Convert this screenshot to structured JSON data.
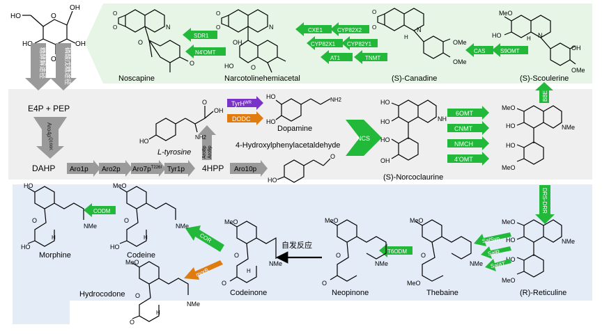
{
  "colors": {
    "band_top": "#e6f5e6",
    "band_mid": "#efefef",
    "band_bottom": "#e3ecf7",
    "green_arrow": "#22b83a",
    "gray_arrow": "#9a9a9a",
    "purple_arrow": "#7a33c8",
    "orange_arrow": "#e07b10",
    "black": "#000000"
  },
  "labels": {
    "glucose_path_left": "糖酵解途径",
    "glucose_path_right": "磷酸戊糖途径",
    "e4p_pep": "E4P + PEP",
    "aro4p": "Aro4p",
    "aro4p_sup": "Q166K",
    "dahp": "DAHP",
    "tyrosine": "L-tyrosine",
    "fourhpp": "4HPP",
    "aro8p": "Aro8p",
    "aro9p": "Aro9p",
    "dopamine": "Dopamine",
    "hpaa": "4-Hydroxylphenylacetaldehyde",
    "norcoclaurine": "(S)-Norcoclaurine",
    "reticuline": "(R)-Reticuline",
    "scoulerine": "(S)-Scoulerine",
    "canadine": "(S)-Canadine",
    "narcotoline": "Narcotolinehemiacetal",
    "noscapine": "Noscapine",
    "thebaine": "Thebaine",
    "neopinone": "Neopinone",
    "codeinone": "Codeinone",
    "codeine": "Codeine",
    "morphine": "Morphine",
    "hydrocodone": "Hydrocodone",
    "spontaneous": "自发反应",
    "nh2": "NH2",
    "oh": "OH",
    "ho": "HO",
    "o": "O",
    "h": "H",
    "nme": "NMe",
    "n": "N",
    "nh": "NH",
    "ome": "OMe",
    "meo": "MeO",
    "me": "Me",
    "cooh": "OH"
  },
  "enzymes": {
    "aro1p": "Aro1p",
    "aro2p": "Aro2p",
    "aro7p": "Aro7p",
    "aro7p_sup": "T226I",
    "tyr1p": "Tyr1p",
    "aro10p": "Aro10p",
    "tyrh": "TyrH",
    "tyrh_sup": "WR",
    "dodc": "DODC",
    "ncs": "NCS",
    "six_omt": "6OMT",
    "cnmt": "CNMT",
    "nmch": "NMCH",
    "four_omt": "4'OMT",
    "drs_drr": "DRS-DRR",
    "bbe": "BBE",
    "s9omt": "S9OMT",
    "cas": "CAS",
    "tnmt": "TNMT",
    "at1": "AT1",
    "cyp82y1": "CYP82Y1",
    "cyp82x1": "CYP82X1",
    "cyp82x2": "CYP82X2",
    "cxe1": "CXE1",
    "n4omt": "N4'OMT",
    "sdr1": "SDR1",
    "salsyn": "SalSyn",
    "salr": "SalR",
    "salat": "SalAT",
    "t6odm": "T6ODM",
    "cor": "COR",
    "codm": "CODM",
    "morb": "morB"
  }
}
